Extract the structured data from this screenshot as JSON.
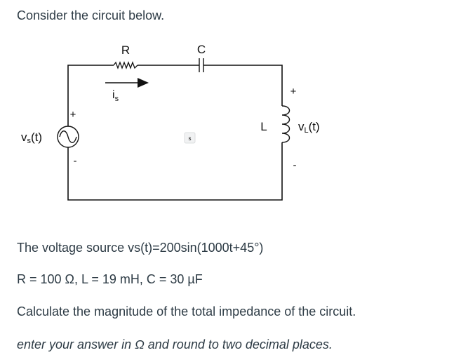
{
  "text": {
    "intro": "Consider the circuit below.",
    "source_line": "The voltage source vs(t)=200sin(1000t+45°)",
    "values_line": "R = 100 Ω, L = 19 mH, C = 30 µF",
    "question_line": "Calculate the magnitude of the total impedance of the circuit.",
    "instruction_line": "enter your answer in Ω and round to two decimal places."
  },
  "circuit": {
    "resistor_label": "R",
    "capacitor_label": "C",
    "inductor_label": "L",
    "current_label_main": "i",
    "current_label_sub": "s",
    "source_label_main": "v",
    "source_label_sub": "s",
    "source_label_suffix": "(t)",
    "inductor_voltage_main": "v",
    "inductor_voltage_sub": "L",
    "inductor_voltage_suffix": "(t)",
    "source_plus": "+",
    "source_minus": "-",
    "inductor_plus": "+",
    "inductor_minus": "-",
    "center_badge": "s"
  }
}
